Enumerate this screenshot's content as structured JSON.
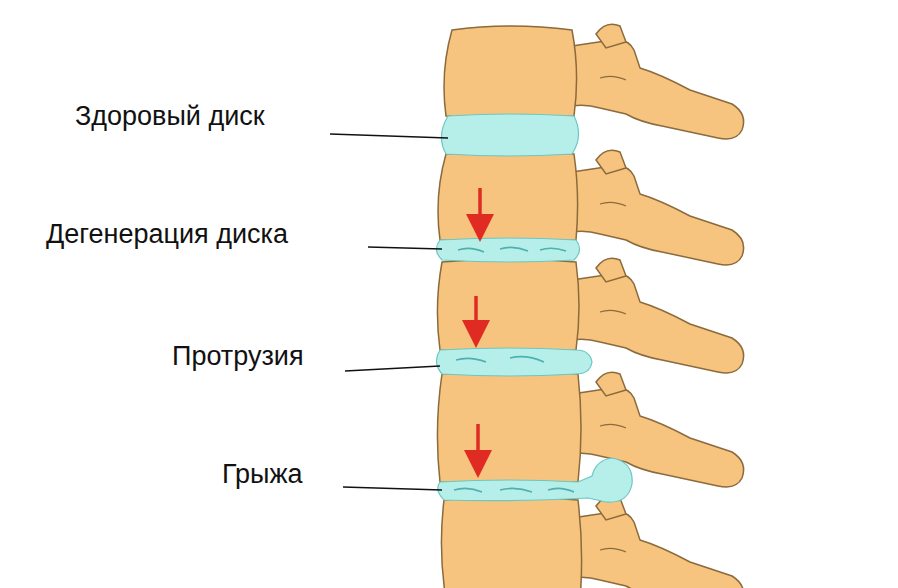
{
  "diagram": {
    "labels": [
      "Здоровый диск",
      "Дегенерация диска",
      "Протрузия",
      "Грыжа"
    ]
  }
}
